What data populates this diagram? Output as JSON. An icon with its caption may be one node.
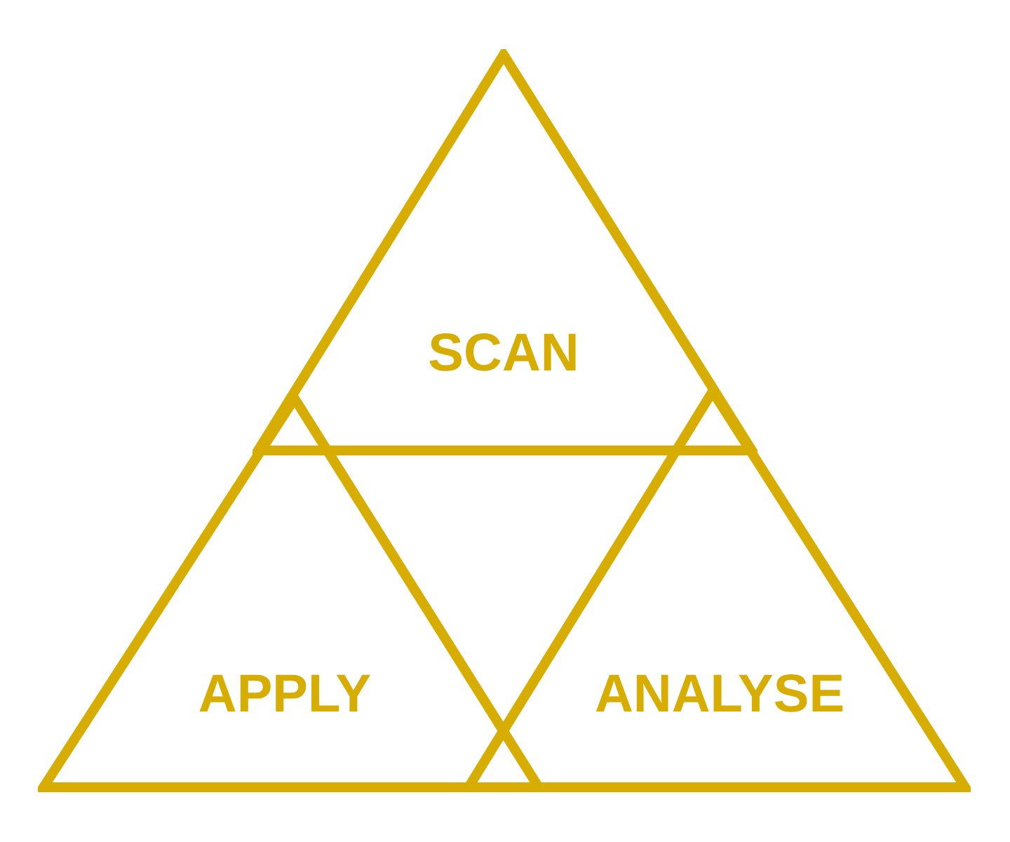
{
  "diagram": {
    "nodes": [
      {
        "text": [
          "SCAN"
        ]
      },
      {
        "text": [
          "APPLY"
        ]
      },
      {
        "text": [
          "ANALYSE"
        ]
      }
    ]
  }
}
